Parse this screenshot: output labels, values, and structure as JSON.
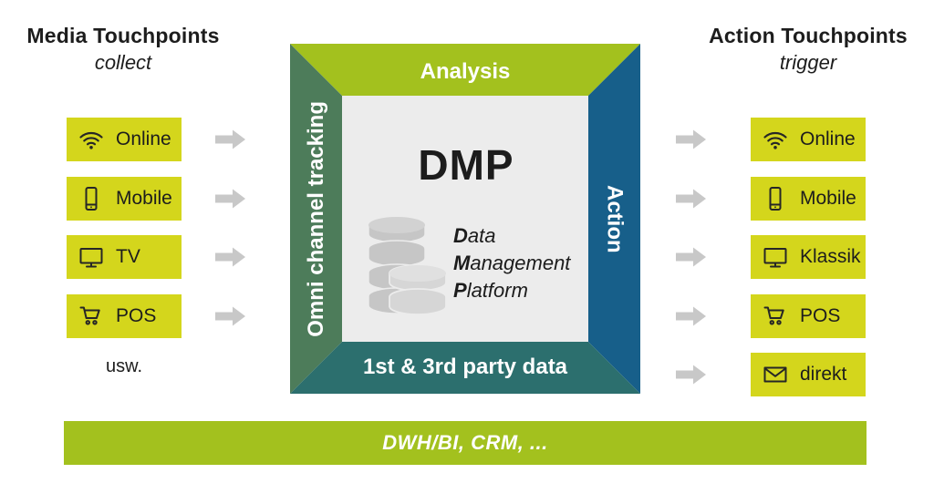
{
  "colors": {
    "item_box": "#d4d61c",
    "lime_band": "#a3c11e",
    "green_band": "#4d7c5a",
    "blue_band": "#175f8a",
    "teal_band": "#2c6f6e",
    "inner_bg": "#ececec",
    "arrow": "#c8c8c8",
    "bottom_bar": "#a3c11e",
    "text_dark": "#1d1d1d",
    "text_light": "#ffffff"
  },
  "left_panel": {
    "title": "Media Touchpoints",
    "subtitle": "collect",
    "items": [
      {
        "label": "Online",
        "icon": "wifi-icon"
      },
      {
        "label": "Mobile",
        "icon": "smartphone-icon"
      },
      {
        "label": "TV",
        "icon": "monitor-icon"
      },
      {
        "label": "POS",
        "icon": "cart-icon"
      }
    ],
    "footnote": "usw."
  },
  "dmp_frame": {
    "top_label": "Analysis",
    "left_label": "Omni channel tracking",
    "right_label": "Action",
    "bottom_label": "1st & 3rd party data",
    "center_title": "DMP",
    "center_icon": "database-icon",
    "center_lines": [
      {
        "initial": "D",
        "rest": "ata"
      },
      {
        "initial": "M",
        "rest": "anagement"
      },
      {
        "initial": "P",
        "rest": "latform"
      }
    ]
  },
  "right_panel": {
    "title": "Action Touchpoints",
    "subtitle": "trigger",
    "items": [
      {
        "label": "Online",
        "icon": "wifi-icon"
      },
      {
        "label": "Mobile",
        "icon": "smartphone-icon"
      },
      {
        "label": "Klassik",
        "icon": "monitor-icon"
      },
      {
        "label": "POS",
        "icon": "cart-icon"
      },
      {
        "label": "direkt",
        "icon": "envelope-icon"
      }
    ]
  },
  "bottom_bar": {
    "label": "DWH/BI, CRM, ..."
  }
}
